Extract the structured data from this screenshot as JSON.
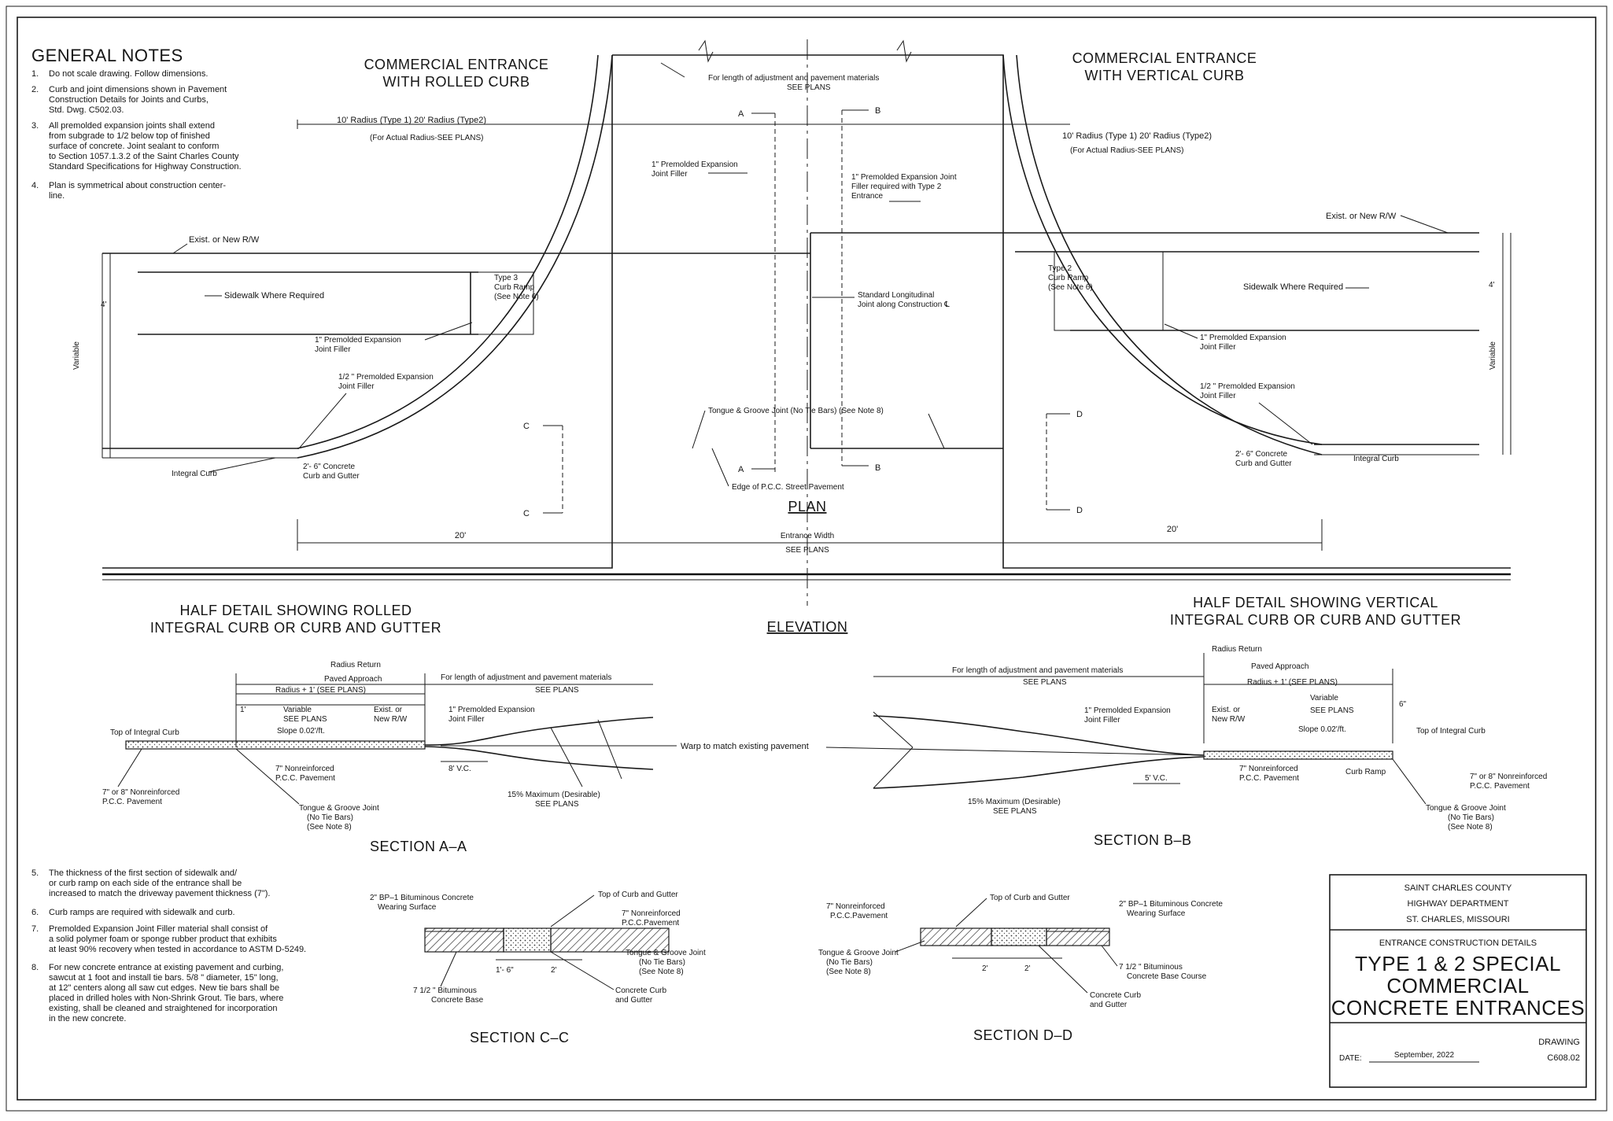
{
  "general_notes": {
    "heading": "GENERAL NOTES",
    "items": [
      {
        "num": "1.",
        "lines": [
          "Do not scale drawing.  Follow dimensions."
        ]
      },
      {
        "num": "2.",
        "lines": [
          "Curb and joint dimensions shown in Pavement",
          "Construction Details for Joints and Curbs,",
          "Std. Dwg. C502.03."
        ]
      },
      {
        "num": "3.",
        "lines": [
          "All premolded expansion joints shall extend",
          "from subgrade to  1/2  below top of finished",
          "surface of concrete.  Joint sealant to conform",
          "to Section 1057.1.3.2 of the Saint Charles County",
          "Standard Specifications for Highway Construction."
        ]
      },
      {
        "num": "4.",
        "lines": [
          "Plan is symmetrical about construction center-",
          "line."
        ]
      }
    ],
    "bottom_items": [
      {
        "num": "5.",
        "lines": [
          "The thickness of the first section of sidewalk and/",
          "or curb ramp on each side of the entrance shall be",
          "increased to match the driveway pavement thickness (7\")."
        ]
      },
      {
        "num": "6.",
        "lines": [
          "Curb ramps are required with sidewalk and curb."
        ]
      },
      {
        "num": "7.",
        "lines": [
          "Premolded Expansion Joint Filler material shall consist of",
          "a solid polymer foam or sponge rubber product that exhibits",
          "at least 90% recovery when tested in accordance to ASTM D-5249."
        ]
      },
      {
        "num": "8.",
        "lines": [
          "For new concrete entrance at existing pavement and curbing,",
          "sawcut at 1 foot and install tie bars.  5/8 \" diameter, 15\" long,",
          "at 12\" centers along all saw cut edges.  New tie bars shall be",
          "placed in drilled holes with Non-Shrink Grout.  Tie bars, where",
          "existing, shall be cleaned and straightened for incorporation",
          "in the new concrete."
        ]
      }
    ]
  },
  "plan": {
    "left_title": [
      "COMMERCIAL ENTRANCE",
      "WITH ROLLED CURB"
    ],
    "right_title": [
      "COMMERCIAL ENTRANCE",
      "WITH VERTICAL CURB"
    ],
    "label": "PLAN",
    "adjust_note": [
      "For length of adjustment and pavement materials",
      "SEE PLANS"
    ],
    "radius_left": [
      "10' Radius (Type 1)   20' Radius (Type2)",
      "(For Actual Radius-SEE PLANS)"
    ],
    "radius_right": [
      "10' Radius (Type 1)   20' Radius (Type2)",
      "(For Actual Radius-SEE PLANS)"
    ],
    "row_left": "Exist. or New R/W",
    "row_right": "Exist. or New R/W",
    "sidewalk_left": "Sidewalk Where Required",
    "sidewalk_right": "Sidewalk Where Required",
    "type3_ramp": [
      "Type 3",
      "Curb Ramp",
      "(See Note 6)"
    ],
    "type2_ramp": [
      "Type 2",
      "Curb Ramp",
      "(See Note 6)"
    ],
    "premolded_1_left": [
      "1\" Premolded Expansion",
      "Joint Filler"
    ],
    "premolded_1_top": [
      "1\" Premolded Expansion",
      "Joint Filler"
    ],
    "premolded_1_type2": [
      "1\" Premolded Expansion Joint",
      "Filler required with Type 2",
      "Entrance"
    ],
    "premolded_1_right": [
      "1\" Premolded Expansion",
      "Joint Filler"
    ],
    "premolded_half_left": [
      "1/2 \" Premolded Expansion",
      "Joint Filler"
    ],
    "premolded_half_right": [
      "1/2 \" Premolded Expansion",
      "Joint Filler"
    ],
    "longitudinal": [
      "Standard Longitudinal",
      "Joint along Construction ℄"
    ],
    "tongue_groove": "Tongue & Groove Joint (No Tie Bars) (See Note 8)",
    "edge_pcc": "Edge of P.C.C. Street Pavement",
    "integral_curb_left": "Integral Curb",
    "integral_curb_right": "Integral Curb",
    "curb_gutter_left": [
      "2'- 6\" Concrete",
      "Curb and Gutter"
    ],
    "curb_gutter_right": [
      "2'- 6\" Concrete",
      "Curb and Gutter"
    ],
    "variable_left": "Variable",
    "variable_right": "Variable",
    "dim_4": "4'",
    "dim_20_left": "20'",
    "dim_20_right": "20'",
    "entrance_width": [
      "Entrance Width",
      "SEE PLANS"
    ],
    "section_marks": {
      "a": "A",
      "b": "B",
      "c": "C",
      "d": "D"
    }
  },
  "elevation": {
    "label": "ELEVATION",
    "left_title": [
      "HALF DETAIL SHOWING ROLLED",
      "INTEGRAL CURB OR CURB AND GUTTER"
    ],
    "right_title": [
      "HALF DETAIL SHOWING VERTICAL",
      "INTEGRAL CURB OR CURB AND GUTTER"
    ]
  },
  "section_aa": {
    "label": "SECTION   A–A",
    "radius_return": "Radius Return",
    "paved_approach": "Paved Approach",
    "radius_plus": "Radius + 1' (SEE PLANS)",
    "adjust": [
      "For length of adjustment and pavement materials",
      "SEE PLANS"
    ],
    "dim_1": "1'",
    "variable": "Variable",
    "see_plans": "SEE PLANS",
    "slope": "Slope 0.02'/ft.",
    "exist_row": [
      "Exist. or",
      "New R/W"
    ],
    "premolded": [
      "1\" Premolded Expansion",
      "Joint Filler"
    ],
    "top_curb": "Top of Integral Curb",
    "warp": "Warp to match existing pavement",
    "pcc7": [
      "7\" Nonreinforced",
      "P.C.C. Pavement"
    ],
    "vc": "8' V.C.",
    "max15": [
      "15% Maximum (Desirable)",
      "SEE PLANS"
    ],
    "pcc78": [
      "7\" or 8\" Nonreinforced",
      "P.C.C. Pavement"
    ],
    "tongue": [
      "Tongue & Groove Joint",
      "(No Tie Bars)",
      "(See Note 8)"
    ]
  },
  "section_bb": {
    "label": "SECTION   B–B",
    "radius_return": "Radius Return",
    "paved_approach": "Paved Approach",
    "radius_plus": "Radius + 1' (SEE PLANS)",
    "adjust": [
      "For length of adjustment and pavement materials",
      "SEE PLANS"
    ],
    "variable": "Variable",
    "see_plans": "SEE PLANS",
    "dim_6": "6\"",
    "slope": "Slope 0.02'/ft.",
    "exist_row": [
      "Exist. or",
      "New R/W"
    ],
    "premolded": [
      "1\" Premolded Expansion",
      "Joint Filler"
    ],
    "top_curb": "Top of Integral Curb",
    "pcc7": [
      "7\" Nonreinforced",
      "P.C.C. Pavement"
    ],
    "curb_ramp": "Curb Ramp",
    "vc": "5' V.C.",
    "max15": [
      "15% Maximum (Desirable)",
      "SEE PLANS"
    ],
    "pcc78": [
      "7\" or 8\" Nonreinforced",
      "P.C.C. Pavement"
    ],
    "tongue": [
      "Tongue & Groove Joint",
      "(No Tie Bars)",
      "(See Note 8)"
    ]
  },
  "section_cc": {
    "label": "SECTION   C–C",
    "bp1": [
      "2\" BP–1 Bituminous Concrete",
      "Wearing Surface"
    ],
    "top_curb": "Top of Curb and Gutter",
    "pcc7": [
      "7\" Nonreinforced",
      "P.C.C.Pavement"
    ],
    "tongue": [
      "Tongue & Groove Joint",
      "(No Tie Bars)",
      "(See Note 8)"
    ],
    "dim_a": "1'- 6\"",
    "dim_b": "2'",
    "bit_base": [
      "7 1/2 \" Bituminous",
      "Concrete Base"
    ],
    "curb_gutter": [
      "Concrete Curb",
      "and Gutter"
    ]
  },
  "section_dd": {
    "label": "SECTION   D–D",
    "pcc7": [
      "7\" Nonreinforced",
      "P.C.C.Pavement"
    ],
    "top_curb": "Top of Curb and Gutter",
    "bp1": [
      "2\" BP–1 Bituminous Concrete",
      "Wearing Surface"
    ],
    "tongue": [
      "Tongue & Groove Joint",
      "(No Tie Bars)",
      "(See Note 8)"
    ],
    "dim_a": "2'",
    "dim_b": "2'",
    "bit_base": [
      "7 1/2 \" Bituminous",
      "Concrete Base Course"
    ],
    "curb_gutter": [
      "Concrete Curb",
      "and Gutter"
    ]
  },
  "title_block": {
    "agency": [
      "SAINT CHARLES COUNTY",
      "HIGHWAY DEPARTMENT",
      "ST. CHARLES, MISSOURI"
    ],
    "subtitle": "ENTRANCE CONSTRUCTION DETAILS",
    "title": [
      "TYPE 1 & 2 SPECIAL",
      "COMMERCIAL",
      "CONCRETE ENTRANCES"
    ],
    "date_label": "DATE:",
    "date": "September, 2022",
    "drawing_label": "DRAWING",
    "drawing_no": "C608.02"
  }
}
